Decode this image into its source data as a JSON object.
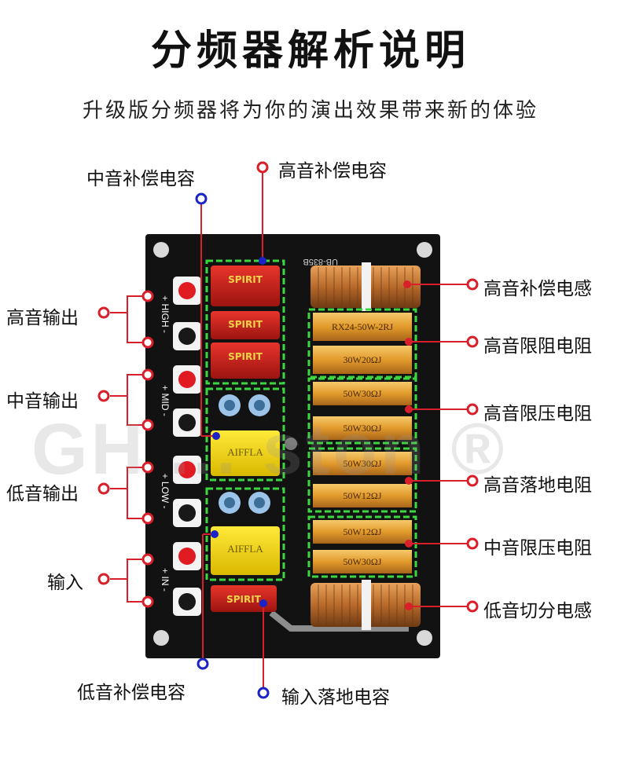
{
  "title": "分频器解析说明",
  "subtitle": "升级版分频器将为你的演出效果带来新的体验",
  "watermark": "GH ... ston ®",
  "colors": {
    "red": "#d9202a",
    "blue": "#1a22c8",
    "board": "#111111",
    "highlight": "#39d83f"
  },
  "board": {
    "jack_labels": {
      "high": "+ HIGH -",
      "mid": "+ MID -",
      "low": "+ LOW -",
      "in": "+ IN -"
    },
    "brand_text": "UB-835B",
    "capacitor_brand": "SPIRIT",
    "yellow_cap_brand": "AIFFLA",
    "resistor_labels": [
      "RX24-50W-2RJ",
      "30W20ΩJ",
      "50W30ΩJ",
      "50W30ΩJ",
      "50W30ΩJ",
      "50W12ΩJ",
      "50W12ΩJ",
      "50W30ΩJ"
    ]
  },
  "left_labels": {
    "tweeter_out": "高音输出",
    "mid_out": "中音输出",
    "woofer_out": "低音输出",
    "input": "输入"
  },
  "top_labels": {
    "mid_comp_cap": "中音补偿电容",
    "high_comp_cap": "高音补偿电容"
  },
  "bottom_labels": {
    "low_comp_cap": "低音补偿电容",
    "input_ground_cap": "输入落地电容"
  },
  "right_labels": {
    "high_comp_inductor": "高音补偿电感",
    "high_limit_resistor": "高音限阻电阻",
    "high_attenuation_resistor": "高音限压电阻",
    "high_ground_resistor": "高音落地电阻",
    "mid_attenuation_resistor": "中音限压电阻",
    "low_crossover_inductor": "低音切分电感"
  }
}
